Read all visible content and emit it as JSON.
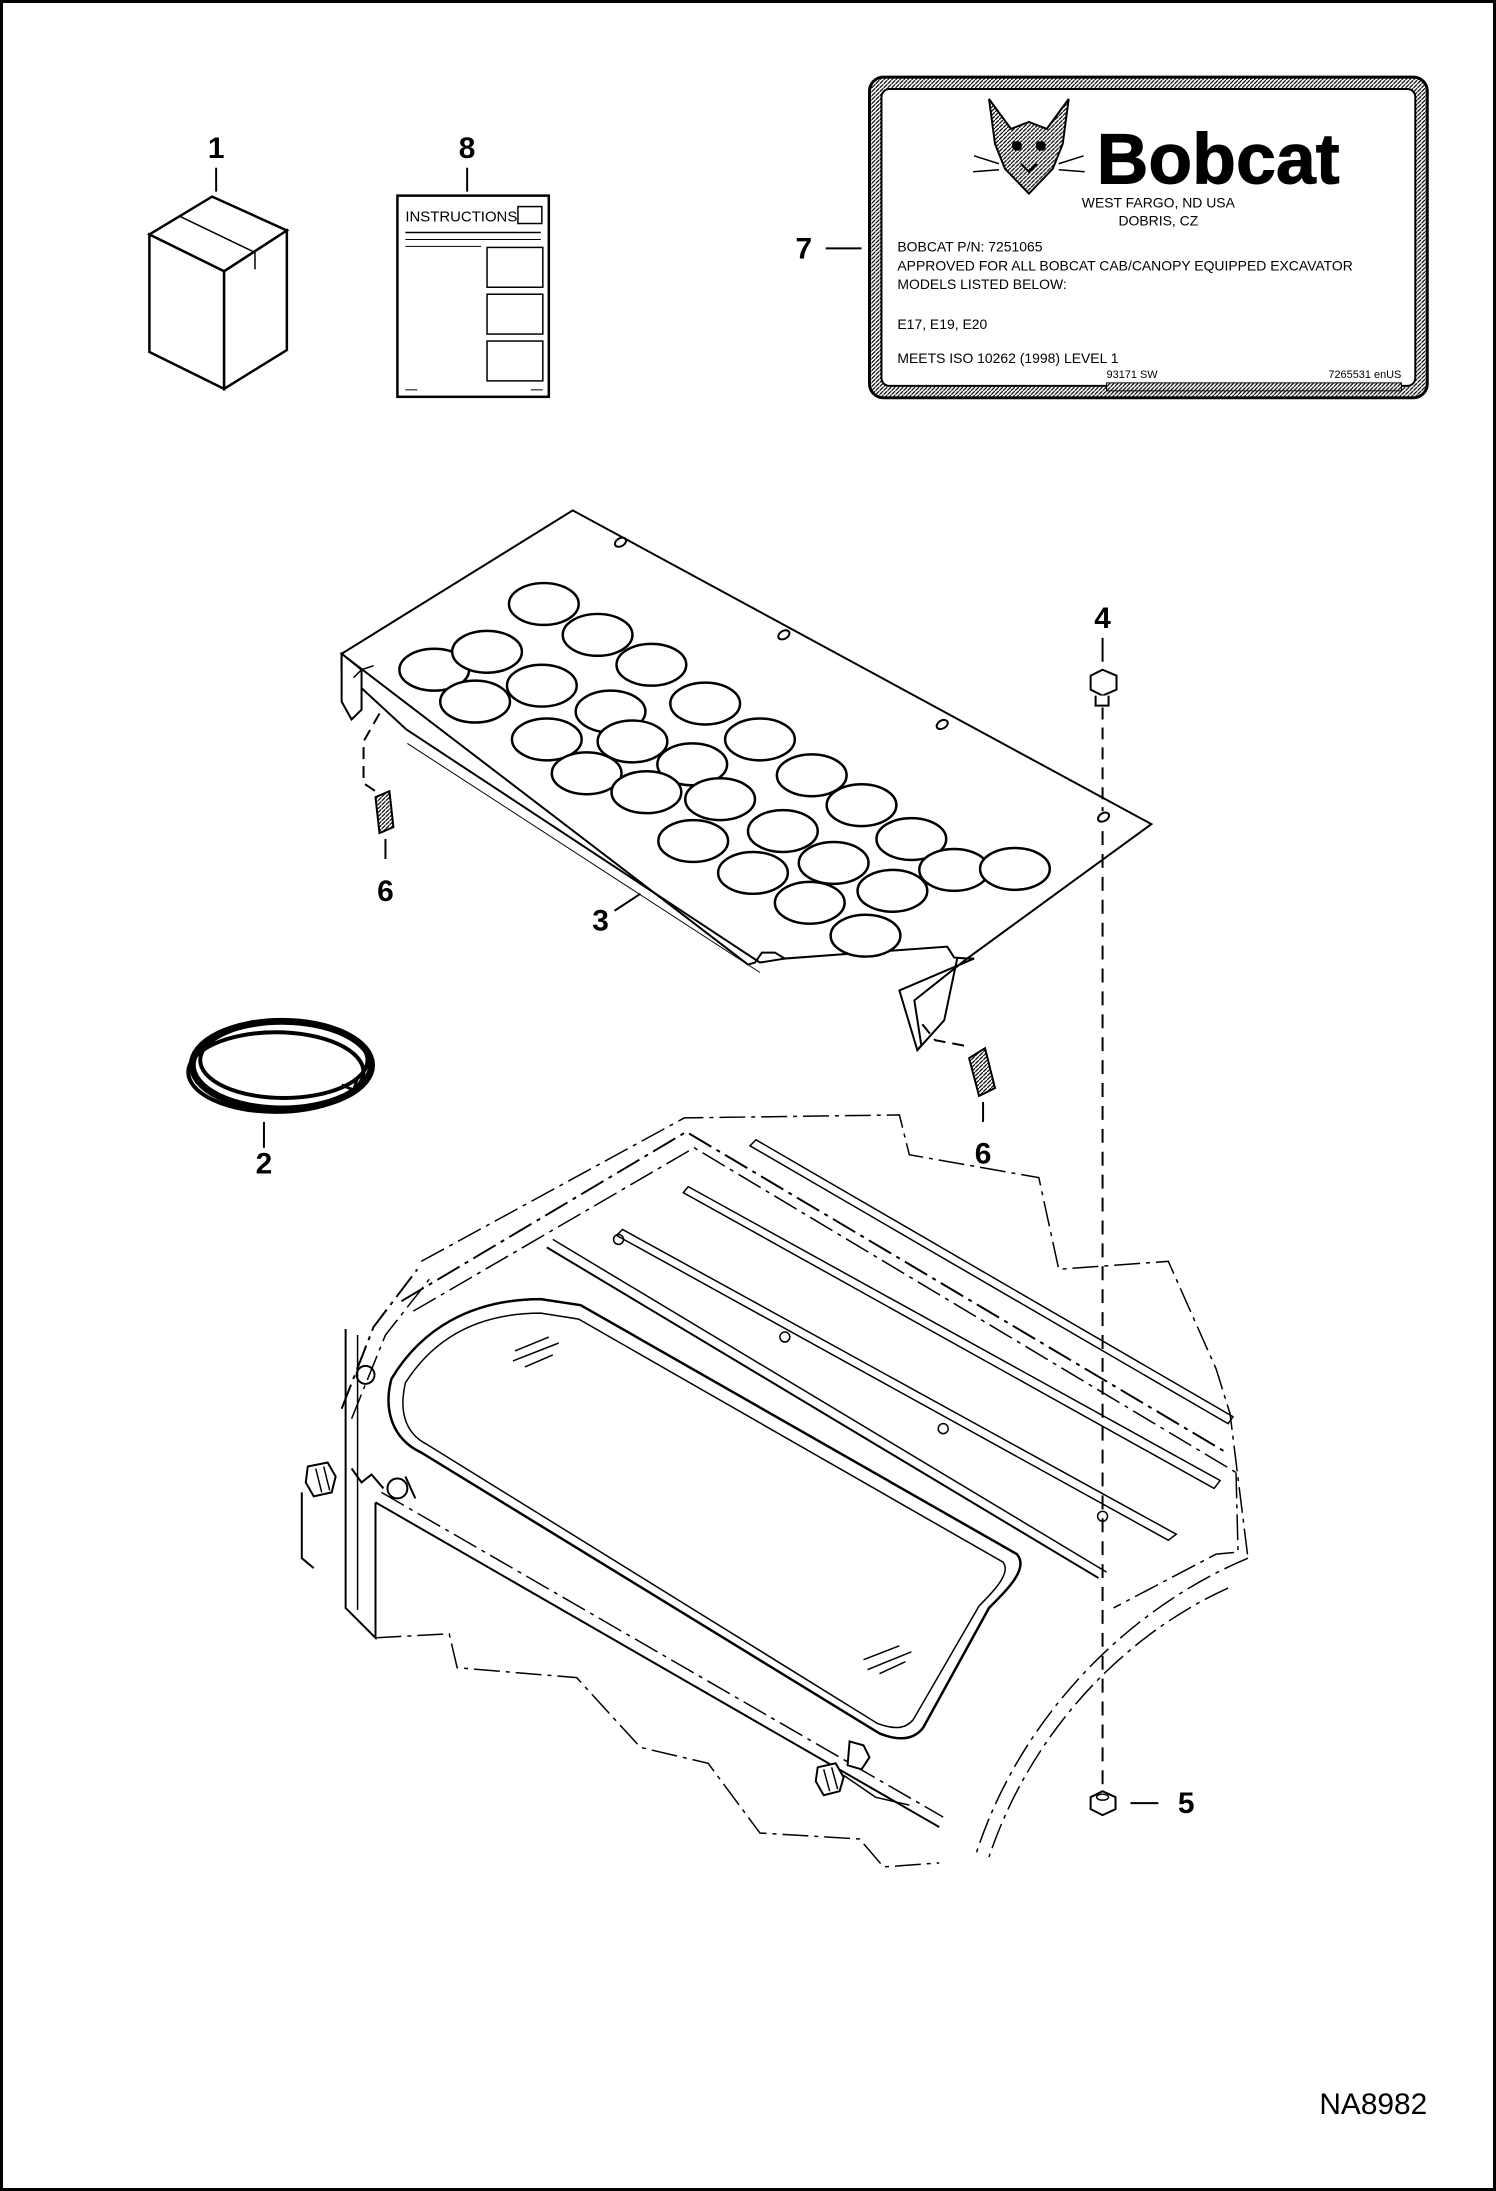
{
  "callouts": {
    "c1": "1",
    "c2": "2",
    "c3": "3",
    "c4": "4",
    "c5": "5",
    "c6a": "6",
    "c6b": "6",
    "c7": "7",
    "c8": "8"
  },
  "instructions": {
    "title": "INSTRUCTIONS"
  },
  "decal": {
    "brand": "Bobcat",
    "location1": "WEST FARGO, ND USA",
    "location2": "DOBRIS, CZ",
    "part_number": "BOBCAT P/N: 7251065",
    "approval1": "APPROVED FOR ALL BOBCAT CAB/CANOPY EQUIPPED EXCAVATOR",
    "approval2": "MODELS LISTED BELOW:",
    "models": "E17, E19, E20",
    "standard": "MEETS ISO 10262 (1998) LEVEL 1",
    "code_left": "93171 SW",
    "code_right": "7265531 enUS"
  },
  "drawing_id": "NA8982"
}
